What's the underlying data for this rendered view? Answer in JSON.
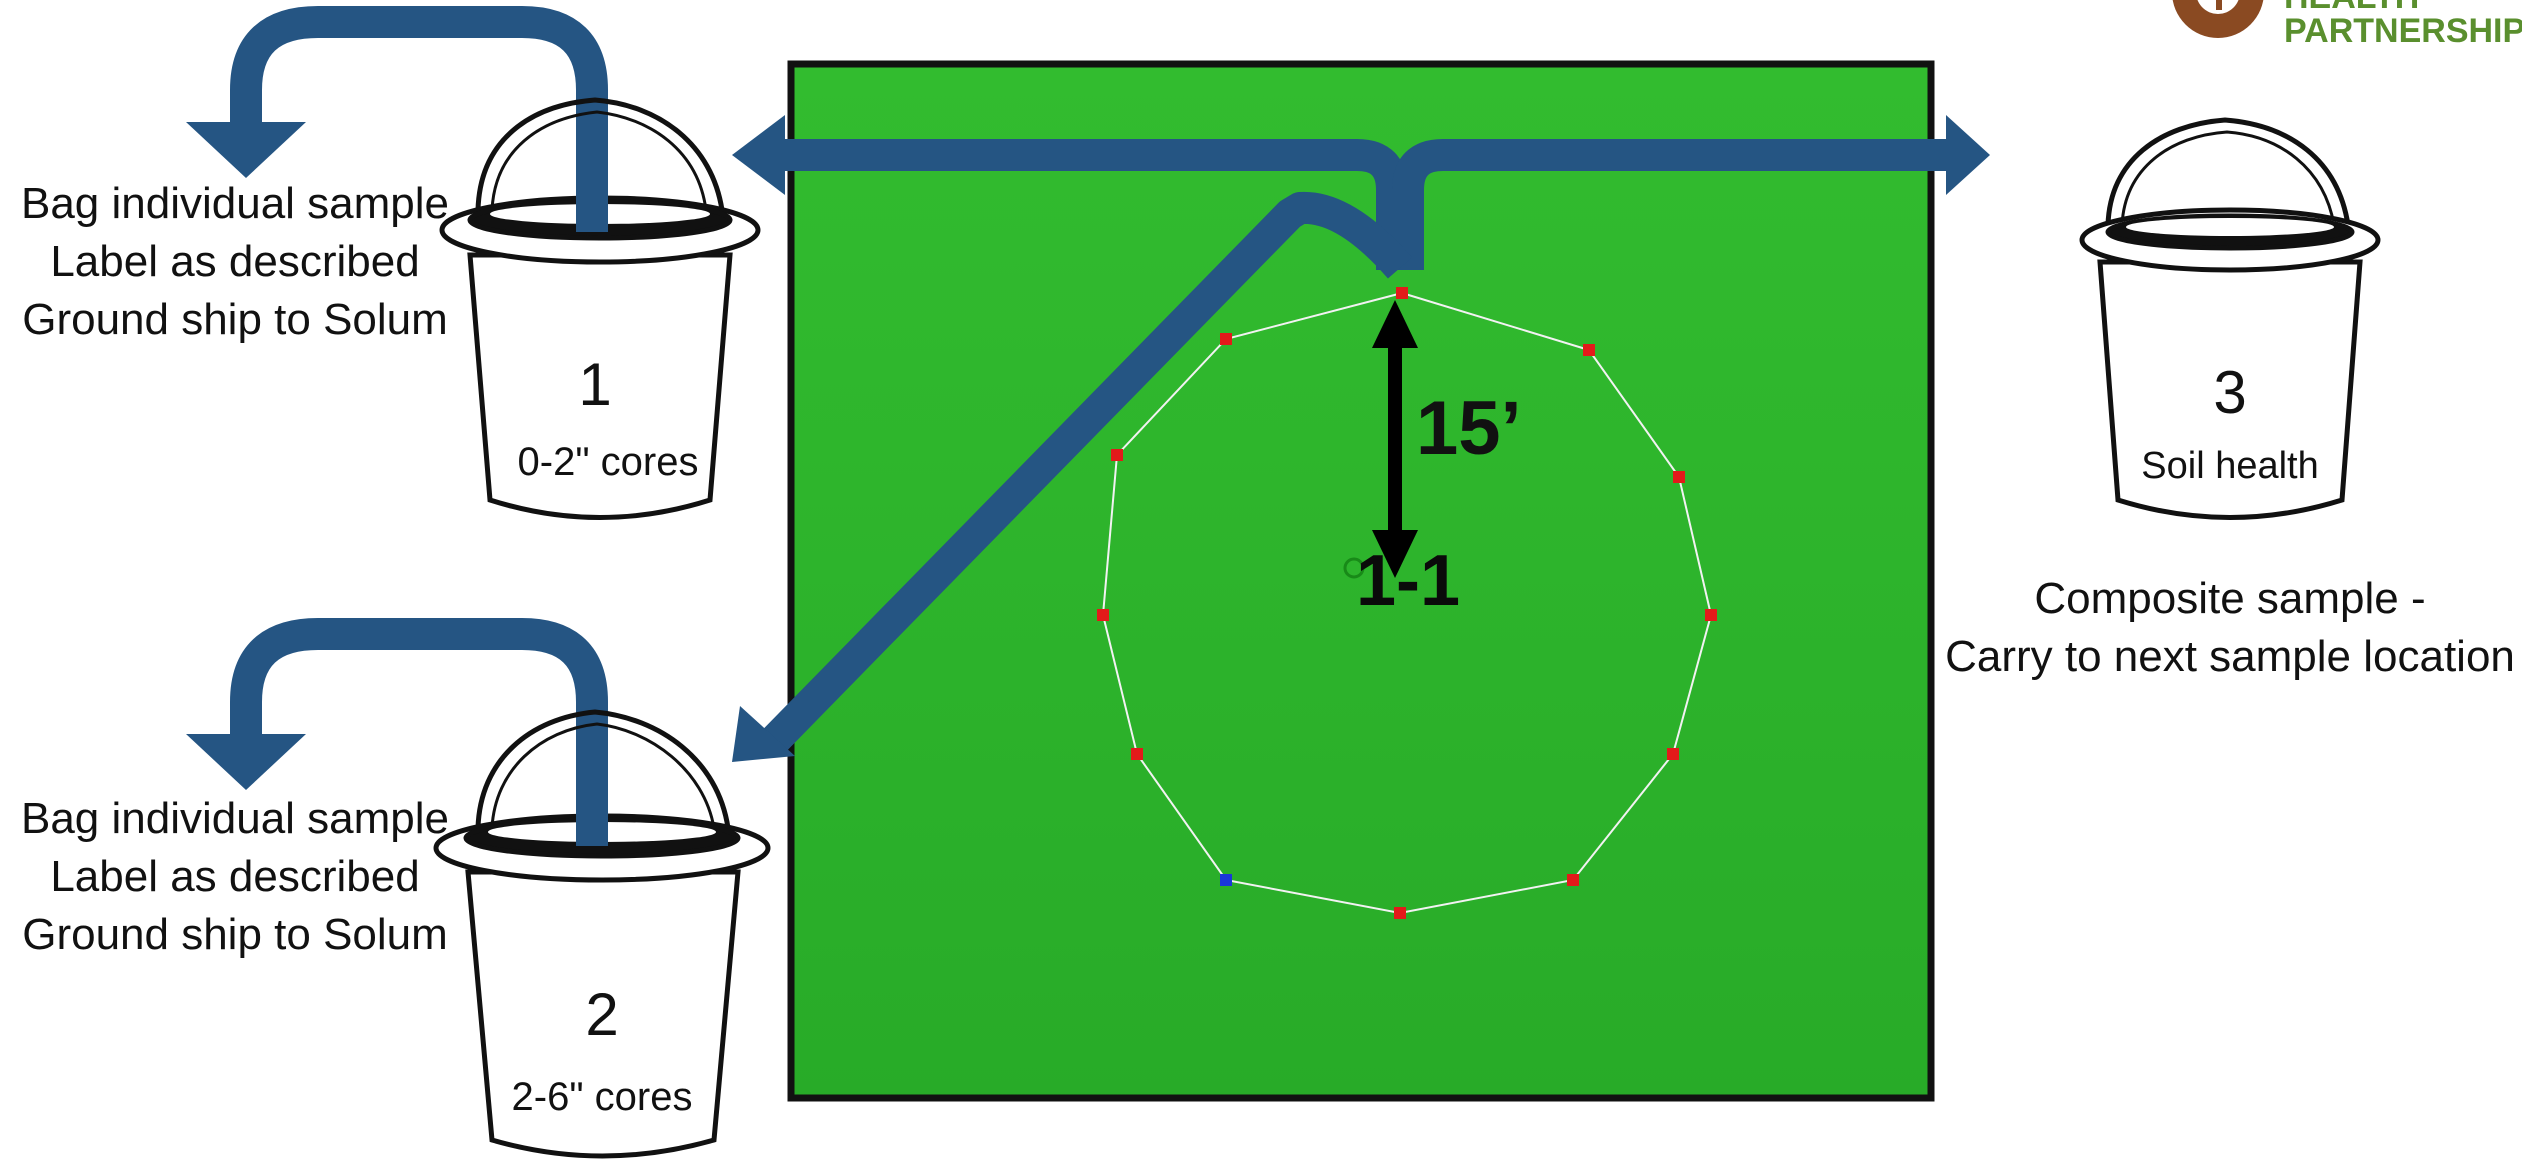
{
  "logo": {
    "line1": "HEALTH",
    "line2": "PARTNERSHIP"
  },
  "buckets": [
    {
      "number": "1",
      "description": "0-2\" cores",
      "instructions": [
        "Bag individual sample",
        "Label as described",
        "Ground ship to Solum"
      ]
    },
    {
      "number": "2",
      "description": "2-6\" cores",
      "instructions": [
        "Bag individual sample",
        "Label as described",
        "Ground ship to Solum"
      ]
    },
    {
      "number": "3",
      "description": "Soil health",
      "instructions": [
        "Composite sample -",
        "Carry to next sample location"
      ]
    }
  ],
  "field": {
    "location_label": "1-1",
    "radius_label": "15’",
    "colors": {
      "grass": "#2cb52c",
      "boundary": "#111111",
      "point": "#e31a1a",
      "start_point": "#1a36d9",
      "arrow": "#255583"
    }
  }
}
